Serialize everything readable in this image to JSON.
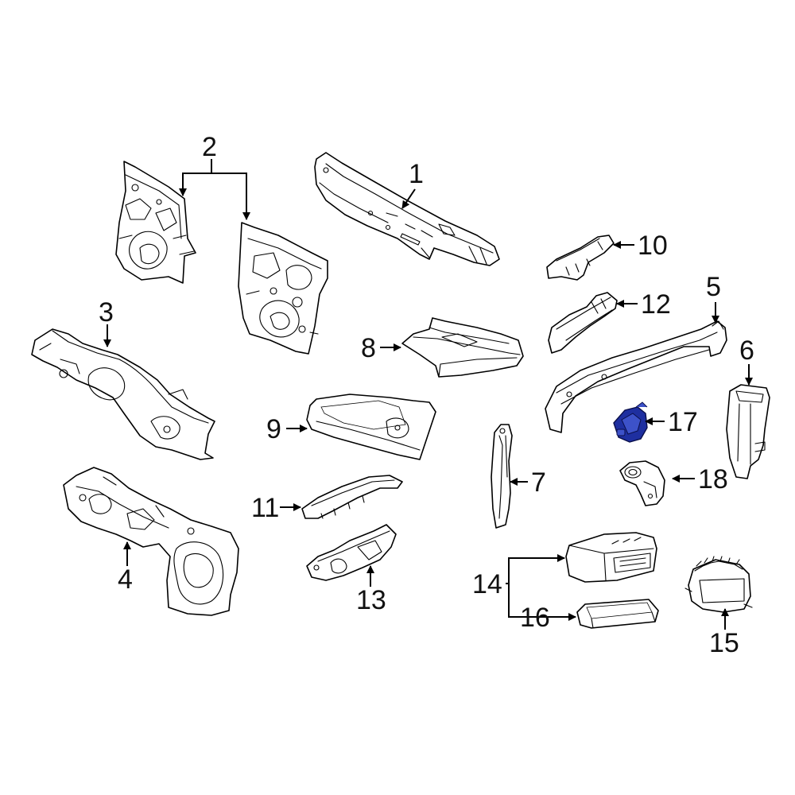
{
  "diagram": {
    "highlight_color": "#1e2fa0",
    "line_color": "#000000",
    "background": "#ffffff",
    "callouts": {
      "c1": "1",
      "c2": "2",
      "c3": "3",
      "c4": "4",
      "c5": "5",
      "c6": "6",
      "c7": "7",
      "c8": "8",
      "c9": "9",
      "c10": "10",
      "c11": "11",
      "c12": "12",
      "c13": "13",
      "c14": "14",
      "c15": "15",
      "c16": "16",
      "c17": "17",
      "c18": "18"
    },
    "highlighted_part": "17"
  }
}
